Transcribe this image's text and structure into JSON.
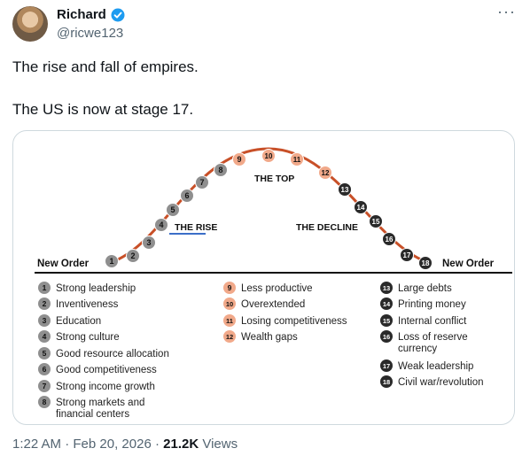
{
  "author": {
    "name": "Richard",
    "handle": "@ricwe123"
  },
  "tweet": {
    "text": "The rise and fall of empires.\n\nThe US is now at stage 17."
  },
  "timestamp": {
    "time": "1:22 AM",
    "date": "Feb 20, 2026",
    "views": "21.2K",
    "views_label": "Views"
  },
  "colors": {
    "grey_dot": "#8f8f8f",
    "peach_dot": "#f1a98a",
    "dark_dot": "#2a2a2a",
    "rise_underline": "#3b6fc8"
  },
  "chart_data": {
    "type": "diagram",
    "phases": {
      "rise": "THE RISE",
      "top": "THE TOP",
      "decline": "THE DECLINE"
    },
    "endpoints": {
      "left": "New Order",
      "right": "New Order"
    },
    "stages": [
      {
        "num": "1",
        "label": "Strong leadership",
        "group": "rise"
      },
      {
        "num": "2",
        "label": "Inventiveness",
        "group": "rise"
      },
      {
        "num": "3",
        "label": "Education",
        "group": "rise"
      },
      {
        "num": "4",
        "label": "Strong culture",
        "group": "rise"
      },
      {
        "num": "5",
        "label": "Good resource allocation",
        "group": "rise"
      },
      {
        "num": "6",
        "label": "Good competitiveness",
        "group": "rise"
      },
      {
        "num": "7",
        "label": "Strong income growth",
        "group": "rise"
      },
      {
        "num": "8",
        "label": "Strong markets and financial centers",
        "group": "rise"
      },
      {
        "num": "9",
        "label": "Less productive",
        "group": "top"
      },
      {
        "num": "10",
        "label": "Overextended",
        "group": "top"
      },
      {
        "num": "11",
        "label": "Losing competitiveness",
        "group": "top"
      },
      {
        "num": "12",
        "label": "Wealth gaps",
        "group": "top"
      },
      {
        "num": "13",
        "label": "Large debts",
        "group": "decline"
      },
      {
        "num": "14",
        "label": "Printing money",
        "group": "decline"
      },
      {
        "num": "15",
        "label": "Internal conflict",
        "group": "decline"
      },
      {
        "num": "16",
        "label": "Loss of reserve currency",
        "group": "decline"
      },
      {
        "num": "17",
        "label": "Weak leadership",
        "group": "decline"
      },
      {
        "num": "18",
        "label": "Civil war/revolution",
        "group": "decline"
      }
    ]
  }
}
